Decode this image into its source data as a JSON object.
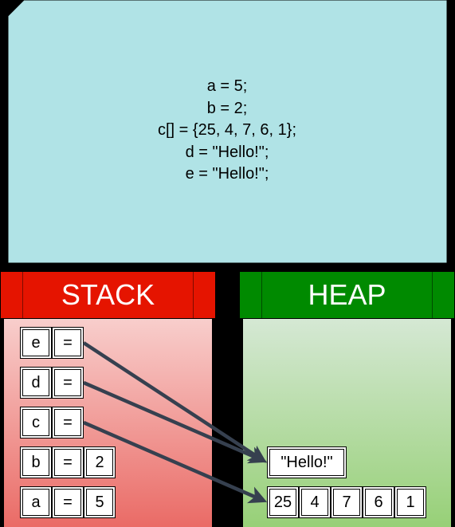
{
  "code": {
    "lines": [
      "a = 5;",
      "b = 2;",
      "c[] = {25, 4, 7, 6, 1};",
      "d = \"Hello!\";",
      "e = \"Hello!\";"
    ]
  },
  "stack": {
    "title": "STACK",
    "vars": [
      {
        "name": "e",
        "eq": "=",
        "value": ""
      },
      {
        "name": "d",
        "eq": "=",
        "value": ""
      },
      {
        "name": "c",
        "eq": "=",
        "value": ""
      },
      {
        "name": "b",
        "eq": "=",
        "value": "2"
      },
      {
        "name": "a",
        "eq": "=",
        "value": "5"
      }
    ]
  },
  "heap": {
    "title": "HEAP",
    "string_value": "\"Hello!\"",
    "array_values": [
      "25",
      "4",
      "7",
      "6",
      "1"
    ]
  },
  "colors": {
    "code_bg": "#b0e3e6",
    "stack_header": "#e51400",
    "heap_header": "#008a00",
    "arrow": "#36404f"
  }
}
